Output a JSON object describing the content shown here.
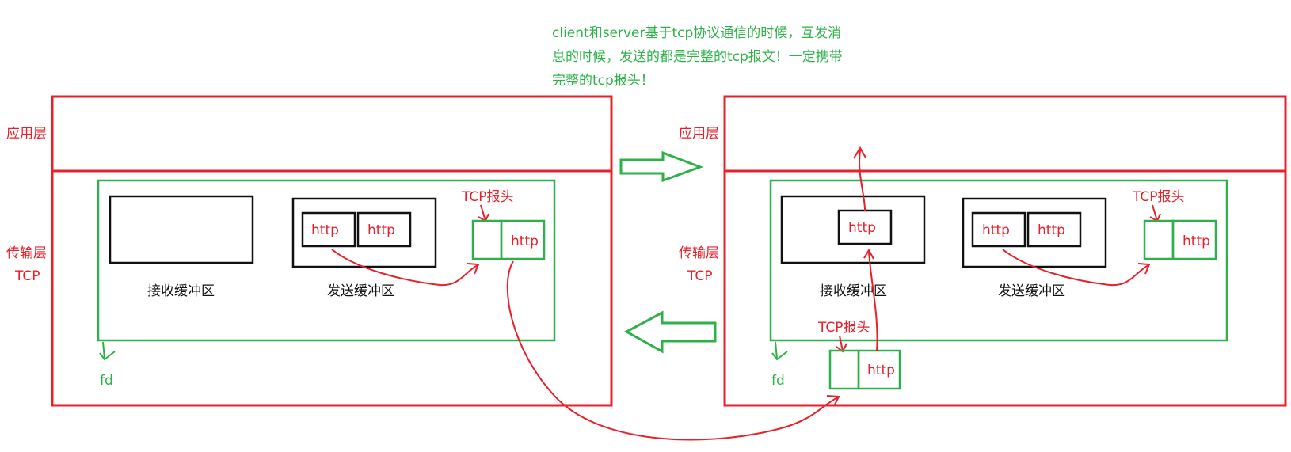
{
  "note": {
    "lines": [
      "client和server基于tcp协议通信的时候，互发消",
      "息的时候，发送的都是完整的tcp报文！一定携带",
      "完整的tcp报头！"
    ]
  },
  "left_host": {
    "app_layer_label": "应用层",
    "transport_label_line1": "传输层",
    "transport_label_line2": "TCP",
    "recv_buffer_label": "接收缓冲区",
    "send_buffer_label": "发送缓冲区",
    "send_buffer_items": [
      "http",
      "http"
    ],
    "segment_header_label": "TCP报头",
    "segment_payload": "http",
    "fd_label": "fd"
  },
  "right_host": {
    "app_layer_label": "应用层",
    "transport_label_line1": "传输层",
    "transport_label_line2": "TCP",
    "recv_buffer_label": "接收缓冲区",
    "recv_buffer_items": [
      "http"
    ],
    "send_buffer_label": "发送缓冲区",
    "send_buffer_items": [
      "http",
      "http"
    ],
    "segment_header_label": "TCP报头",
    "segment_payload": "http",
    "incoming_header_label": "TCP报头",
    "incoming_payload": "http",
    "fd_label": "fd"
  },
  "colors": {
    "layer_border": "#e8202a",
    "transport_border": "#2db24a",
    "buffer_border": "#111111",
    "note_text": "#2db24a",
    "flow_arrow": "#e8202a",
    "direction_arrow": "#2db24a"
  }
}
